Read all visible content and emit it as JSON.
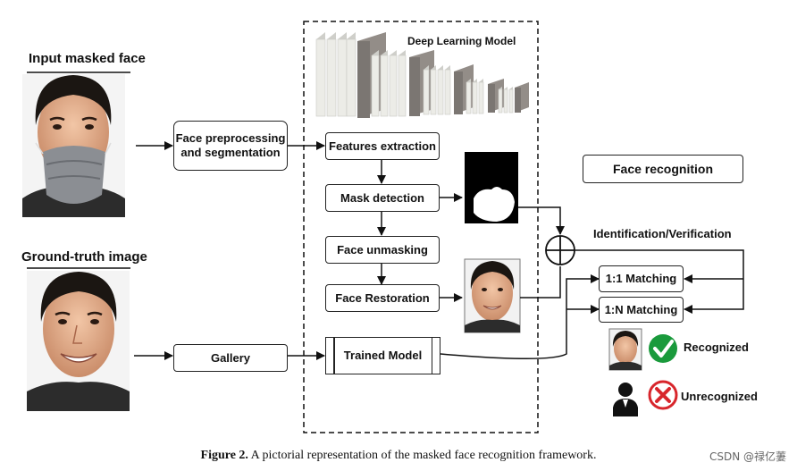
{
  "labels": {
    "input_title": "Input masked face",
    "ground_truth_title": "Ground-truth image",
    "model_title": "Deep Learning Model",
    "identification": "Identification/Verification"
  },
  "boxes": {
    "preprocess_line1": "Face preprocessing",
    "preprocess_line2": "and segmentation",
    "features": "Features extraction",
    "mask_detection": "Mask detection",
    "unmasking": "Face unmasking",
    "restoration": "Face Restoration",
    "trained_model": "Trained Model",
    "gallery": "Gallery",
    "face_recognition": "Face recognition",
    "one_to_one": "1:1 Matching",
    "one_to_n": "1:N Matching"
  },
  "results": {
    "recognized": "Recognized",
    "unrecognized": "Unrecognized"
  },
  "caption": {
    "figure": "Figure 2.",
    "text": "A pictorial representation of the masked face recognition framework."
  },
  "watermark": "CSDN @禄亿萋",
  "icons": {
    "check": "check-circle-icon",
    "cross": "x-circle-icon",
    "person": "person-silhouette-icon",
    "sum": "circle-plus-icon"
  },
  "colors": {
    "check_green": "#1a9a3c",
    "cross_red": "#d8262c",
    "layer_light": "#e9e9e4",
    "layer_dark": "#7b7672"
  }
}
